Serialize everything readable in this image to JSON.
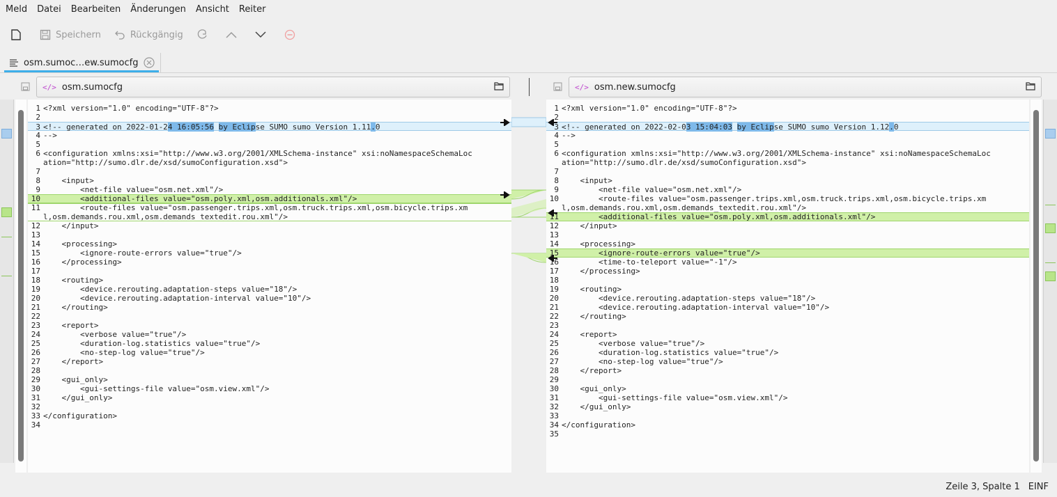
{
  "menu": [
    "Meld",
    "Datei",
    "Bearbeiten",
    "Änderungen",
    "Ansicht",
    "Reiter"
  ],
  "toolbar": {
    "save": "Speichern",
    "undo": "Rückgängig"
  },
  "tab": {
    "label": "osm.sumoc…ew.sumocfg"
  },
  "left_file": "osm.sumocfg",
  "right_file": "osm.new.sumocfg",
  "left_lines": [
    {
      "n": "1",
      "t": "<?xml version=\"1.0\" encoding=\"UTF-8\"?>"
    },
    {
      "n": "2",
      "t": ""
    },
    {
      "n": "3",
      "t": "<!-- generated on 2022-01-24 16:05:56 by Eclipse SUMO sumo Version 1.11.0"
    },
    {
      "n": "4",
      "t": "-->"
    },
    {
      "n": "5",
      "t": ""
    },
    {
      "n": "6",
      "t": "<configuration xmlns:xsi=\"http://www.w3.org/2001/XMLSchema-instance\" xsi:noNamespaceSchemaLoc"
    },
    {
      "n": "",
      "t": "ation=\"http://sumo.dlr.de/xsd/sumoConfiguration.xsd\">"
    },
    {
      "n": "7",
      "t": ""
    },
    {
      "n": "8",
      "t": "    <input>"
    },
    {
      "n": "9",
      "t": "        <net-file value=\"osm.net.xml\"/>"
    },
    {
      "n": "10",
      "t": "        <additional-files value=\"osm.poly.xml,osm.additionals.xml\"/>"
    },
    {
      "n": "11",
      "t": "        <route-files value=\"osm.passenger.trips.xml,osm.truck.trips.xml,osm.bicycle.trips.xm"
    },
    {
      "n": "",
      "t": "l,osm.demands.rou.xml,osm.demands_textedit.rou.xml\"/>"
    },
    {
      "n": "12",
      "t": "    </input>"
    },
    {
      "n": "13",
      "t": ""
    },
    {
      "n": "14",
      "t": "    <processing>"
    },
    {
      "n": "15",
      "t": "        <ignore-route-errors value=\"true\"/>"
    },
    {
      "n": "16",
      "t": "    </processing>"
    },
    {
      "n": "17",
      "t": ""
    },
    {
      "n": "18",
      "t": "    <routing>"
    },
    {
      "n": "19",
      "t": "        <device.rerouting.adaptation-steps value=\"18\"/>"
    },
    {
      "n": "20",
      "t": "        <device.rerouting.adaptation-interval value=\"10\"/>"
    },
    {
      "n": "21",
      "t": "    </routing>"
    },
    {
      "n": "22",
      "t": ""
    },
    {
      "n": "23",
      "t": "    <report>"
    },
    {
      "n": "24",
      "t": "        <verbose value=\"true\"/>"
    },
    {
      "n": "25",
      "t": "        <duration-log.statistics value=\"true\"/>"
    },
    {
      "n": "26",
      "t": "        <no-step-log value=\"true\"/>"
    },
    {
      "n": "27",
      "t": "    </report>"
    },
    {
      "n": "28",
      "t": ""
    },
    {
      "n": "29",
      "t": "    <gui_only>"
    },
    {
      "n": "30",
      "t": "        <gui-settings-file value=\"osm.view.xml\"/>"
    },
    {
      "n": "31",
      "t": "    </gui_only>"
    },
    {
      "n": "32",
      "t": ""
    },
    {
      "n": "33",
      "t": "</configuration>"
    },
    {
      "n": "34",
      "t": ""
    }
  ],
  "right_lines": [
    {
      "n": "1",
      "t": "<?xml version=\"1.0\" encoding=\"UTF-8\"?>"
    },
    {
      "n": "2",
      "t": ""
    },
    {
      "n": "3",
      "t": "<!-- generated on 2022-02-03 15:04:03 by Eclipse SUMO sumo Version 1.12.0"
    },
    {
      "n": "4",
      "t": "-->"
    },
    {
      "n": "5",
      "t": ""
    },
    {
      "n": "6",
      "t": "<configuration xmlns:xsi=\"http://www.w3.org/2001/XMLSchema-instance\" xsi:noNamespaceSchemaLoc"
    },
    {
      "n": "",
      "t": "ation=\"http://sumo.dlr.de/xsd/sumoConfiguration.xsd\">"
    },
    {
      "n": "7",
      "t": ""
    },
    {
      "n": "8",
      "t": "    <input>"
    },
    {
      "n": "9",
      "t": "        <net-file value=\"osm.net.xml\"/>"
    },
    {
      "n": "10",
      "t": "        <route-files value=\"osm.passenger.trips.xml,osm.truck.trips.xml,osm.bicycle.trips.xm"
    },
    {
      "n": "",
      "t": "l,osm.demands.rou.xml,osm.demands_textedit.rou.xml\"/>"
    },
    {
      "n": "11",
      "t": "        <additional-files value=\"osm.poly.xml,osm.additionals.xml\"/>"
    },
    {
      "n": "12",
      "t": "    </input>"
    },
    {
      "n": "13",
      "t": ""
    },
    {
      "n": "14",
      "t": "    <processing>"
    },
    {
      "n": "15",
      "t": "        <ignore-route-errors value=\"true\"/>"
    },
    {
      "n": "16",
      "t": "        <time-to-teleport value=\"-1\"/>"
    },
    {
      "n": "17",
      "t": "    </processing>"
    },
    {
      "n": "18",
      "t": ""
    },
    {
      "n": "19",
      "t": "    <routing>"
    },
    {
      "n": "20",
      "t": "        <device.rerouting.adaptation-steps value=\"18\"/>"
    },
    {
      "n": "21",
      "t": "        <device.rerouting.adaptation-interval value=\"10\"/>"
    },
    {
      "n": "22",
      "t": "    </routing>"
    },
    {
      "n": "23",
      "t": ""
    },
    {
      "n": "24",
      "t": "    <report>"
    },
    {
      "n": "25",
      "t": "        <verbose value=\"true\"/>"
    },
    {
      "n": "26",
      "t": "        <duration-log.statistics value=\"true\"/>"
    },
    {
      "n": "27",
      "t": "        <no-step-log value=\"true\"/>"
    },
    {
      "n": "28",
      "t": "    </report>"
    },
    {
      "n": "29",
      "t": ""
    },
    {
      "n": "30",
      "t": "    <gui_only>"
    },
    {
      "n": "31",
      "t": "        <gui-settings-file value=\"osm.view.xml\"/>"
    },
    {
      "n": "32",
      "t": "    </gui_only>"
    },
    {
      "n": "33",
      "t": ""
    },
    {
      "n": "34",
      "t": "</configuration>"
    },
    {
      "n": "35",
      "t": ""
    }
  ],
  "status": {
    "position": "Zeile 3, Spalte 1",
    "mode": "EINF"
  },
  "colors": {
    "accent": "#3daee9",
    "changed": "#def0fb",
    "inserted": "#d0f0a8",
    "inline_highlight": "#7eb9ea"
  }
}
